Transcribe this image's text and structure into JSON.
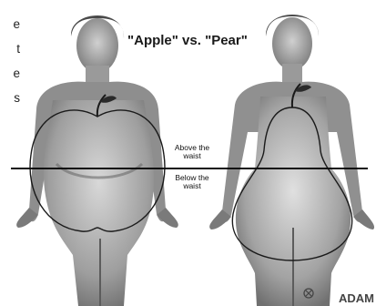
{
  "title": "\"Apple\" vs. \"Pear\"",
  "side_text": [
    "e",
    "t",
    "e",
    "s"
  ],
  "labels": {
    "above": [
      "Above the",
      "waist"
    ],
    "below": [
      "Below the",
      "waist"
    ]
  },
  "credit": "ADAM",
  "colors": {
    "background": "#ffffff",
    "skin_light": "#c9c9c9",
    "skin_dark": "#6f6f6f",
    "outline": "#1a1a1a",
    "divider": "#111111"
  },
  "icons": [
    "apple-icon",
    "pear-icon",
    "adam-logo-icon"
  ]
}
